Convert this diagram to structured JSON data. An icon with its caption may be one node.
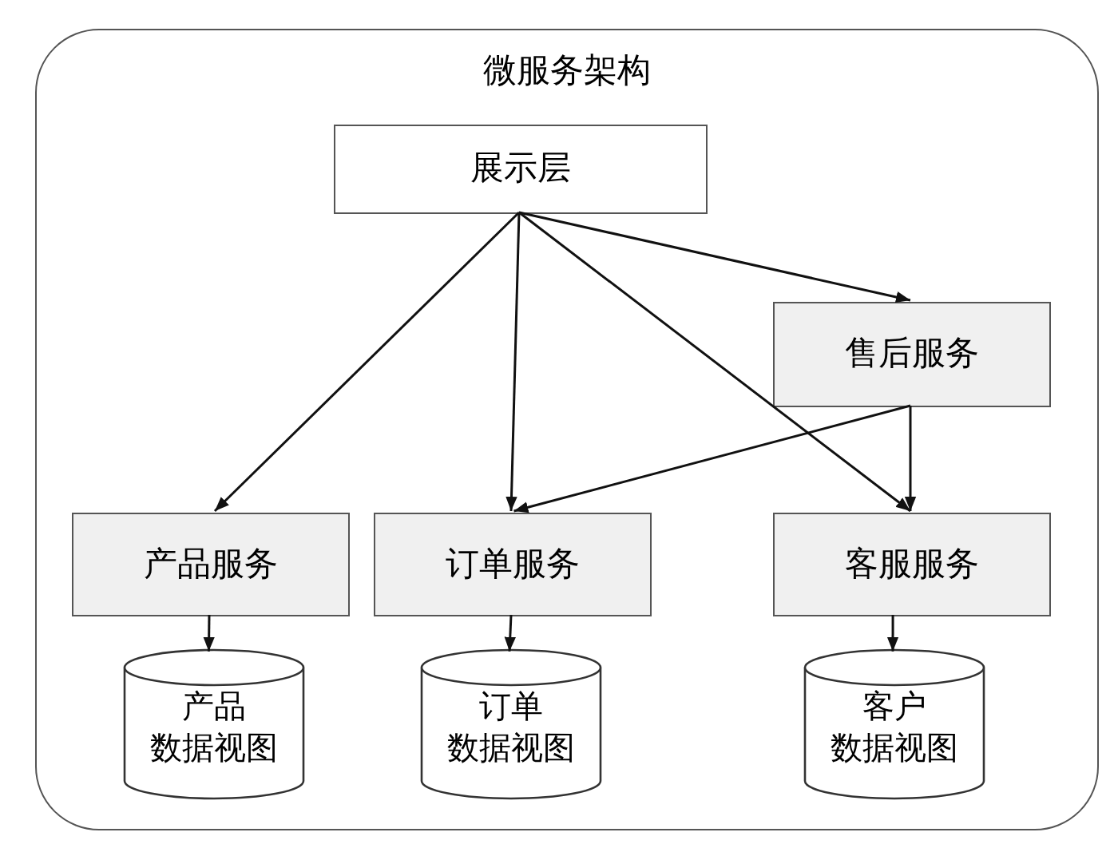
{
  "diagram": {
    "nodes": [
      {
        "text": [
          "微服务架构"
        ]
      },
      {
        "text": [
          "展示层"
        ],
        "in": 0
      },
      {
        "text": [
          "售后服务"
        ],
        "in": 0
      },
      {
        "text": [
          "产品服务"
        ],
        "in": 0
      },
      {
        "text": [
          "订单服务"
        ],
        "in": 0
      },
      {
        "text": [
          "客服服务"
        ],
        "in": 0
      },
      {
        "text": [
          "产品",
          "数据视图"
        ],
        "in": 0
      },
      {
        "text": [
          "订单",
          "数据视图"
        ],
        "in": 0
      },
      {
        "text": [
          "客户",
          "数据视图"
        ],
        "in": 0
      }
    ],
    "edges": [
      {
        "from": 1,
        "to": 3,
        "arrow": "to"
      },
      {
        "from": 1,
        "to": 4,
        "arrow": "to"
      },
      {
        "from": 1,
        "to": 5,
        "arrow": "to"
      },
      {
        "from": 1,
        "to": 2,
        "arrow": "to"
      },
      {
        "from": 2,
        "to": 4,
        "arrow": "to"
      },
      {
        "from": 2,
        "to": 5,
        "arrow": "to"
      },
      {
        "from": 3,
        "to": 6,
        "arrow": "to"
      },
      {
        "from": 4,
        "to": 7,
        "arrow": "to"
      },
      {
        "from": 5,
        "to": 8,
        "arrow": "to"
      }
    ]
  }
}
